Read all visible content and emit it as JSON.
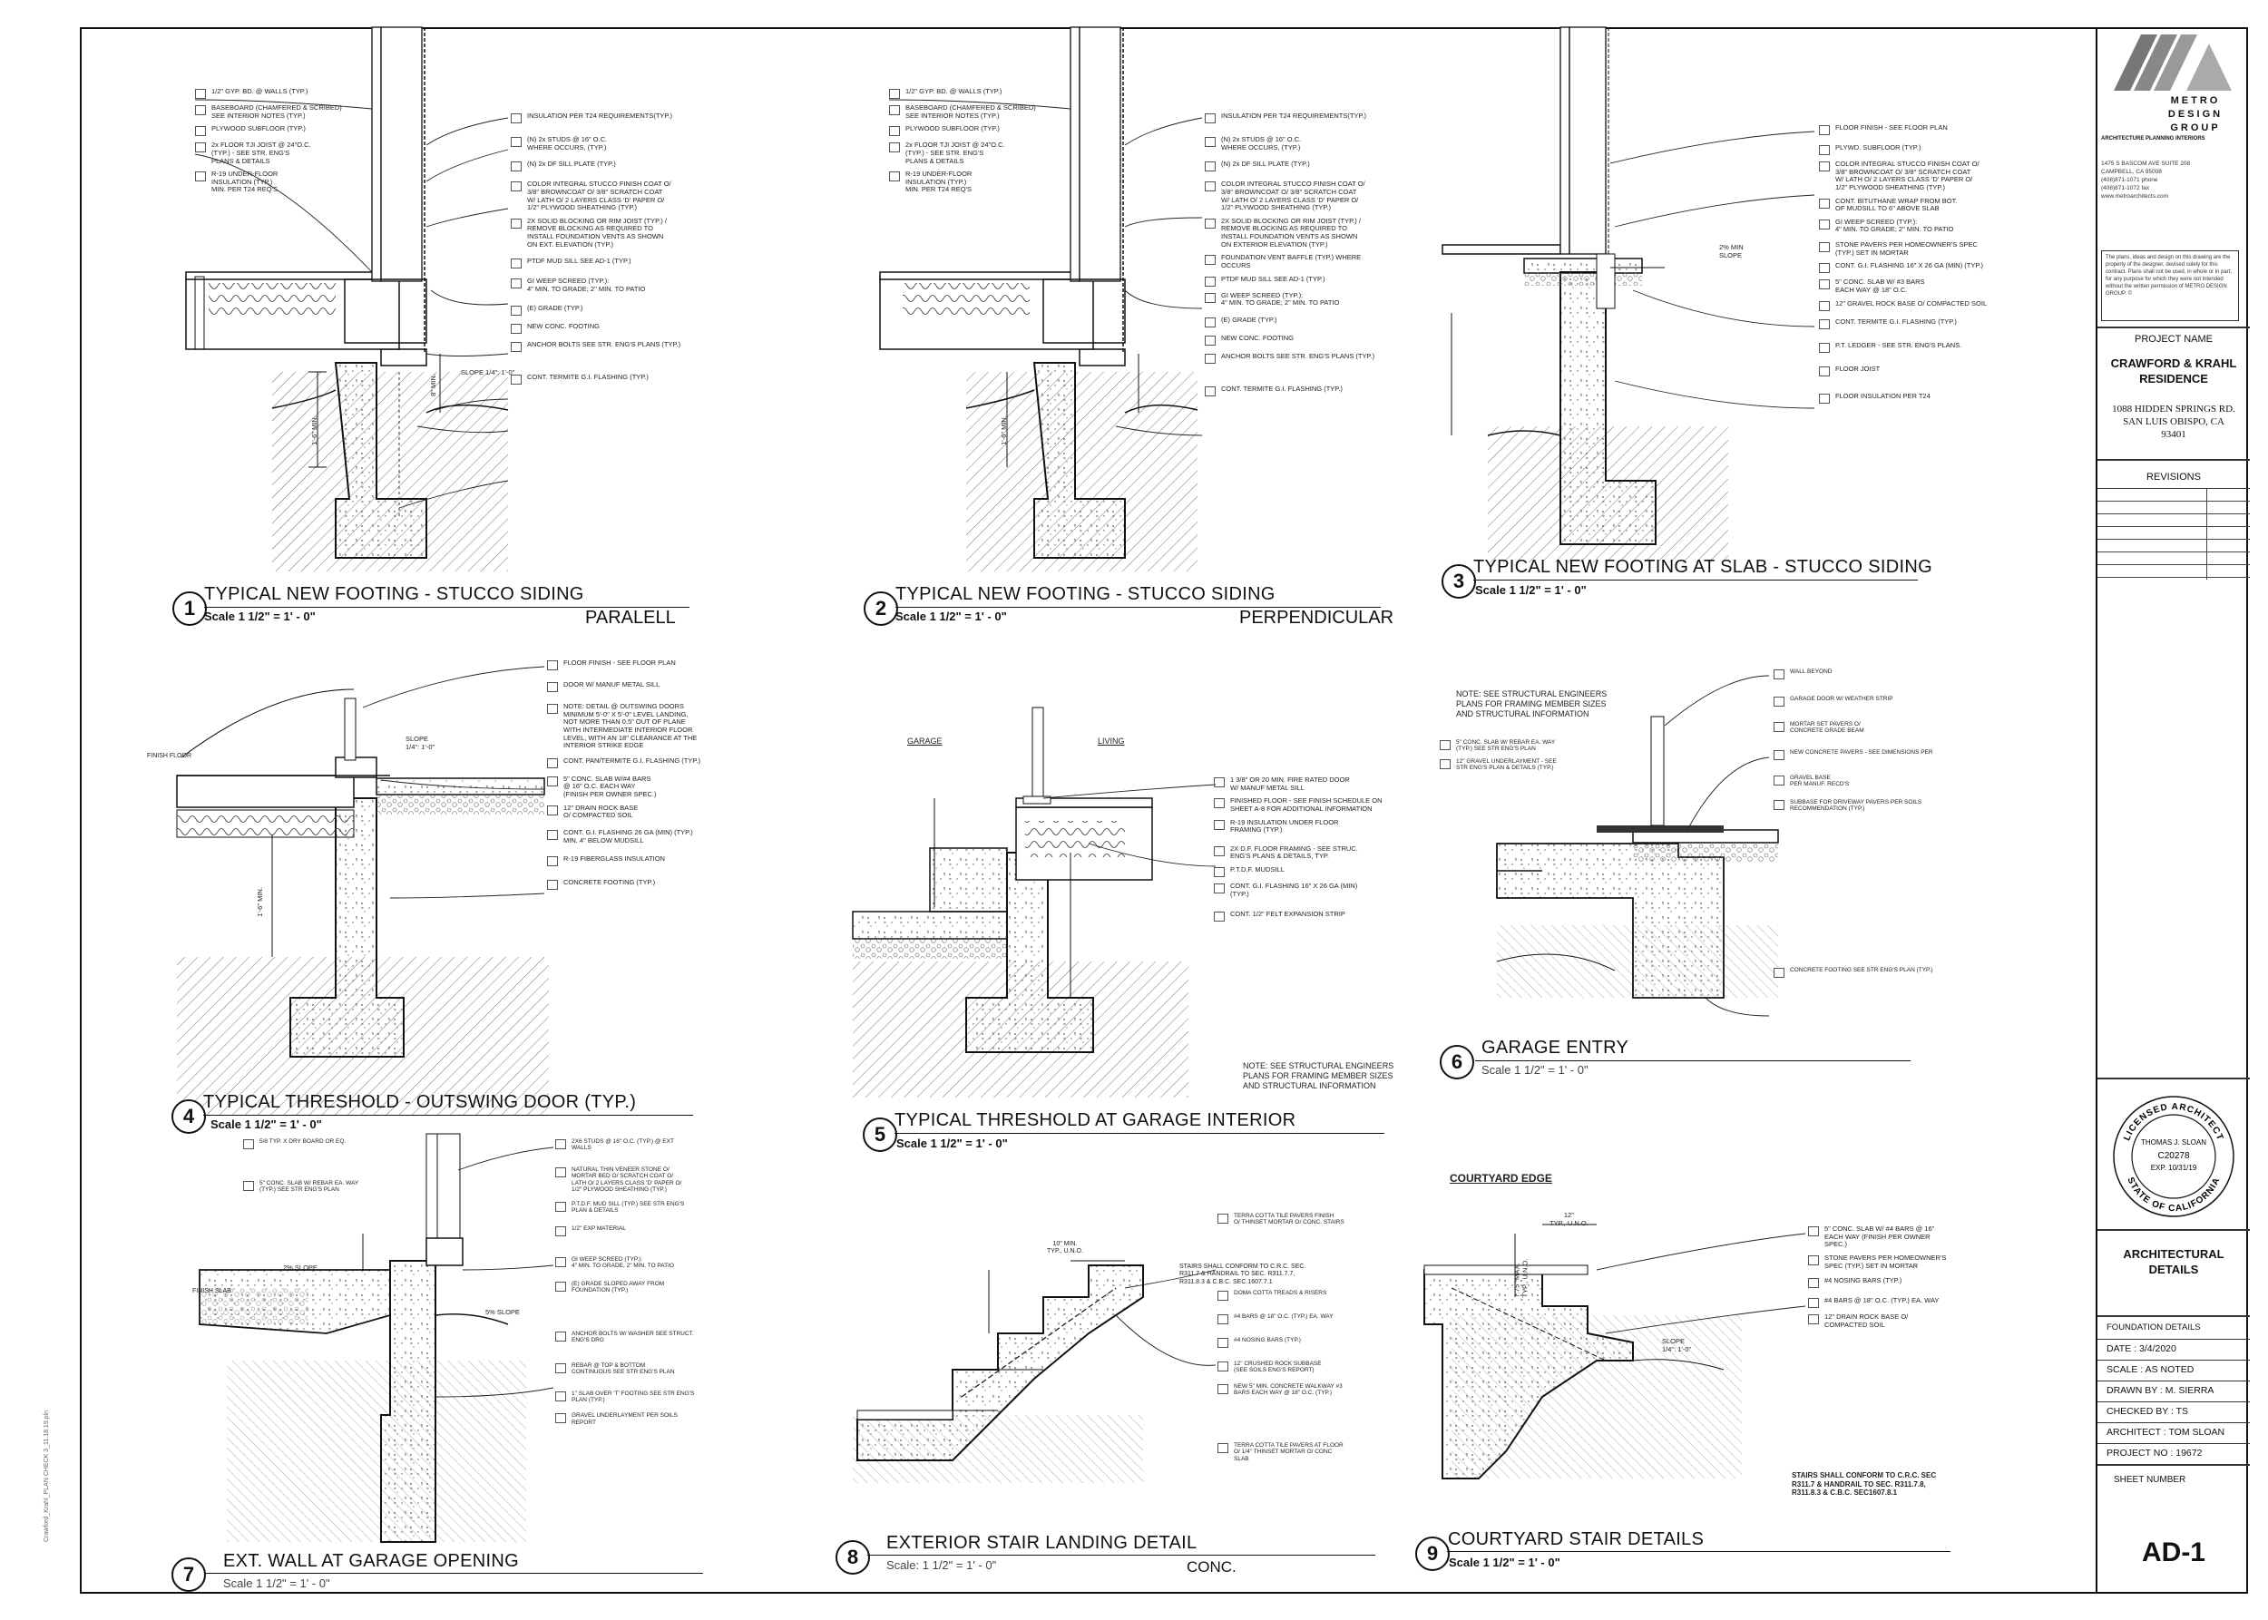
{
  "firm": {
    "name_lines": [
      "METRO",
      "DESIGN",
      "GROUP"
    ],
    "tagline": "ARCHITECTURE  PLANNING  INTERIORS",
    "address_lines": [
      "1475 S BASCOM AVE SUITE 208",
      "CAMPBELL, CA 95008",
      "(408)871-1071 phone",
      "(408)871-1072 fax",
      "www.metroarchitects.com"
    ],
    "copyright": "The plans, ideas and design on this drawing are the property of the designer, devised solely for this contract. Plans shall not be used, in whole or in part, for any purpose for which they were not intended without the written permission of METRO DESIGN GROUP. ©"
  },
  "project": {
    "label": "PROJECT NAME",
    "name_line1": "CRAWFORD & KRAHL",
    "name_line2": "RESIDENCE",
    "address_line1": "1088 HIDDEN SPRINGS RD.",
    "address_line2": "SAN LUIS OBISPO, CA",
    "address_line3": "93401",
    "revisions_label": "REVISIONS"
  },
  "stamp": {
    "top_text": "LICENSED ARCHITECT",
    "bottom_text": "STATE OF CALIFORNIA",
    "name": "THOMAS J. SLOAN",
    "number": "C20278",
    "expiry": "EXP. 10/31/19"
  },
  "sheet": {
    "title_line1": "ARCHITECTURAL",
    "title_line2": "DETAILS",
    "subtitle": "FOUNDATION DETAILS",
    "date": "DATE :  3/4/2020",
    "scale": "SCALE :   AS NOTED",
    "drawn_by": "DRAWN BY :   M. SIERRA",
    "checked_by": "CHECKED BY :   TS",
    "architect": "ARCHITECT :  TOM SLOAN",
    "project_no": "PROJECT NO :   19672",
    "number_label": "SHEET NUMBER",
    "number": "AD-1"
  },
  "details": [
    {
      "num": "1",
      "title": "TYPICAL NEW FOOTING - STUCCO SIDING",
      "scale": "Scale   1 1/2\" = 1' - 0\"",
      "sub": "PARALELL"
    },
    {
      "num": "2",
      "title": "TYPICAL NEW FOOTING - STUCCO SIDING",
      "scale": "Scale   1 1/2\" = 1' - 0\"",
      "sub": "PERPENDICULAR"
    },
    {
      "num": "3",
      "title": "TYPICAL NEW FOOTING AT SLAB - STUCCO SIDING",
      "scale": "Scale   1 1/2\" = 1' - 0\"",
      "sub": ""
    },
    {
      "num": "4",
      "title": "TYPICAL THRESHOLD - OUTSWING DOOR (TYP.)",
      "scale": "Scale   1 1/2\" = 1' - 0\"",
      "sub": ""
    },
    {
      "num": "5",
      "title": "TYPICAL THRESHOLD AT GARAGE INTERIOR",
      "scale": "Scale   1 1/2\" = 1' - 0\"",
      "sub": ""
    },
    {
      "num": "6",
      "title": "GARAGE ENTRY",
      "scale": "Scale   1 1/2\" = 1' - 0\"",
      "sub": ""
    },
    {
      "num": "7",
      "title": "EXT. WALL AT GARAGE OPENING",
      "scale": "Scale   1 1/2\" = 1' - 0\"",
      "sub": ""
    },
    {
      "num": "8",
      "title": "EXTERIOR STAIR LANDING DETAIL",
      "scale": "Scale:  1 1/2\" = 1' - 0\"",
      "sub": "CONC."
    },
    {
      "num": "9",
      "title": "COURTYARD STAIR DETAILS",
      "scale": "Scale   1 1/2\" = 1' - 0\"",
      "sub": ""
    }
  ],
  "notes": {
    "d1_left": [
      "1/2\" GYP. BD. @ WALLS (TYP.)",
      "BASEBOARD (CHAMFERED & SCRIBED)\nSEE INTERIOR NOTES (TYP.)",
      "PLYWOOD SUBFLOOR (TYP.)",
      "2x FLOOR TJI JOIST @ 24\"O.C.\n(TYP.) - SEE STR. ENG'S\nPLANS & DETAILS",
      "R-19 UNDER-FLOOR\nINSULATION (TYP.)\nMIN. PER T24 REQ'S"
    ],
    "d1_right": [
      "INSULATION PER T24 REQUIREMENTS(TYP.)",
      "(N) 2x STUDS @ 16\" O.C.\nWHERE OCCURS, (TYP.)",
      "(N) 2x DF SILL PLATE (TYP.)",
      "COLOR INTEGRAL STUCCO FINISH COAT O/\n3/8\" BROWNCOAT O/ 3/8\" SCRATCH COAT\nW/ LATH O/ 2 LAYERS CLASS 'D' PAPER O/\n1/2\" PLYWOOD SHEATHING (TYP.)",
      "2X SOLID BLOCKING OR RIM JOIST (TYP.) /\nREMOVE BLOCKING AS REQUIRED TO\nINSTALL FOUNDATION VENTS AS SHOWN\nON EXT. ELEVATION (TYP.)",
      "PTDF MUD SILL SEE AD-1 (TYP.)",
      "GI  WEEP SCREED (TYP.):\n4\" MIN. TO GRADE;  2\" MIN. TO PATIO",
      "(E) GRADE (TYP.)",
      "NEW CONC. FOOTING",
      "ANCHOR BOLTS SEE STR. ENG'S PLANS (TYP.)",
      "CONT. TERMITE G.I. FLASHING (TYP.)"
    ],
    "d2_left": [
      "1/2\" GYP. BD. @ WALLS (TYP.)",
      "BASEBOARD (CHAMFERED & SCRIBED)\nSEE INTERIOR NOTES (TYP.)",
      "PLYWOOD SUBFLOOR (TYP.)",
      "2x FLOOR TJI JOIST @ 24\"O.C.\n(TYP.) - SEE STR. ENG'S\nPLANS & DETAILS",
      "R-19 UNDER-FLOOR\nINSULATION (TYP.)\nMIN. PER T24 REQ'S"
    ],
    "d2_right": [
      "INSULATION PER T24 REQUIREMENTS(TYP.)",
      "(N) 2x STUDS @ 16\" O.C.\nWHERE OCCURS, (TYP.)",
      "(N) 2x DF SILL PLATE (TYP.)",
      "COLOR INTEGRAL STUCCO FINISH COAT O/\n3/8\" BROWNCOAT O/ 3/8\" SCRATCH COAT\nW/ LATH O/ 2 LAYERS CLASS 'D' PAPER O/\n1/2\" PLYWOOD SHEATHING (TYP.)",
      "2X SOLID BLOCKING OR RIM JOIST (TYP.) /\nREMOVE BLOCKING AS REQUIRED TO\nINSTALL FOUNDATION VENTS AS SHOWN\nON EXTERIOR ELEVATION (TYP.)",
      "FOUNDATION VENT BAFFLE (TYP.) WHERE\nOCCURS",
      "PTDF MUD SILL SEE AD-1 (TYP.)",
      "GI  WEEP SCREED (TYP.):\n4\" MIN. TO GRADE;  2\" MIN. TO PATIO",
      "(E) GRADE (TYP.)",
      "NEW CONC. FOOTING",
      "ANCHOR BOLTS SEE STR. ENG'S PLANS (TYP.)",
      "CONT. TERMITE G.I. FLASHING (TYP.)"
    ],
    "d3_right": [
      "FLOOR FINISH - SEE FLOOR PLAN",
      "PLYWD. SUBFLOOR (TYP.)",
      "COLOR INTEGRAL STUCCO FINISH COAT O/\n3/8\" BROWNCOAT O/ 3/8\" SCRATCH COAT\nW/ LATH O/ 2 LAYERS CLASS 'D' PAPER O/\n1/2\" PLYWOOD SHEATHING (TYP.)",
      "CONT. BITUTHANE WRAP FROM BOT.\nOF MUDSILL TO 6\" ABOVE SLAB",
      "GI  WEEP SCREED (TYP.):\n4\" MIN. TO GRADE;  2\" MIN. TO PATIO",
      "STONE PAVERS PER HOMEOWNER'S SPEC\n(TYP.) SET IN MORTAR",
      "CONT. G.I. FLASHING 16\" X 26 GA (MIN) (TYP.)",
      "5\" CONC. SLAB  W/ #3 BARS\nEACH WAY @ 18\" O.C.",
      "12\" GRAVEL ROCK BASE O/ COMPACTED SOIL",
      "CONT. TERMITE G.I. FLASHING (TYP.)",
      "P.T. LEDGER - SEE STR. ENG'S PLANS.",
      "FLOOR JOIST",
      "FLOOR INSULATION PER T24"
    ],
    "d4_right": [
      "FLOOR FINISH - SEE FLOOR PLAN",
      "DOOR W/ MANUF METAL SILL",
      "NOTE: DETAIL @ OUTSWING DOORS\nMINIMUM 5'-0\" X 5'-0\" LEVEL LANDING,\nNOT MORE THAN 0.5\" OUT OF PLANE\nWITH INTERMEDIATE INTERIOR FLOOR\nLEVEL, WITH AN 18\" CLEARANCE AT THE\nINTERIOR STRIKE EDGE",
      "CONT. PAN/TERMITE G.I. FLASHING (TYP.)",
      "5\" CONC. SLAB W/#4 BARS\n@ 16\" O.C. EACH WAY\n(FINISH PER OWNER SPEC.)",
      "12\" DRAIN ROCK BASE\nO/ COMPACTED SOIL",
      "CONT. G.I. FLASHING 26 GA (MIN) (TYP.)\nMIN. 4\" BELOW MUDSILL",
      "R-19 FIBERGLASS INSULATION",
      "CONCRETE FOOTING (TYP.)"
    ],
    "d5_right": [
      "1 3/8\" OR 20 MIN. FIRE RATED DOOR\nW/ MANUF METAL SILL",
      "FINISHED FLOOR - SEE FINISH SCHEDULE ON\nSHEET A-8 FOR ADDITIONAL INFORMATION",
      "R-19 INSULATION UNDER FLOOR\nFRAMING (TYP.)",
      "2X D.F. FLOOR FRAMING - SEE STRUC.\nENG'S PLANS & DETAILS, TYP.",
      "P.T.D.F. MUDSILL",
      "CONT. G.I. FLASHING 16\" X 26 GA (MIN)\n(TYP.)",
      "CONT. 1/2\" FELT EXPANSION STRIP"
    ],
    "d6_left": [
      "5\" CONC. SLAB W/ REBAR EA. WAY\n(TYP.) SEE STR ENG'S PLAN",
      "12\" GRAVEL UNDERLAYMENT - SEE\nSTR ENG'S PLAN & DETAILS (TYP.)"
    ],
    "d6_right": [
      "WALL BEYOND",
      "GARAGE DOOR W/ WEATHER STRIP",
      "MORTAR SET PAVERS O/\nCONCRETE GRADE BEAM",
      "NEW CONCRETE PAVERS - SEE DIMENSIONS PER",
      "GRAVEL BASE\nPER MANUF. RECD'S",
      "SUBBASE FOR DRIVEWAY PAVERS PER SOILS\nRECOMMENDATION (TYP.)",
      "CONCRETE FOOTING SEE STR ENG'S PLAN (TYP.)"
    ],
    "d7_left": [
      "5/8 TYP. X DRY BOARD OR EQ.",
      "5\" CONC. SLAB W/ REBAR EA. WAY\n(TYP.) SEE STR ENG'S PLAN"
    ],
    "d7_right": [
      "2X6 STUDS @ 16\" O.C. (TYP.) @ EXT\nWALLS",
      "NATURAL THIN VENEER  STONE O/\nMORTAR BED O/ SCRATCH COAT O/\nLATH O/ 2 LAYERS CLASS 'D' PAPER O/\n1/2\" PLYWOOD SHEATHING (TYP.)",
      "P.T.D.F. MUD SILL (TYP.) SEE STR ENG'S\nPLAN & DETAILS",
      "1/2\" EXP MATERIAL",
      "GI  WEEP SCREED (TYP.):\n4\" MIN. TO GRADE,  2\" MIN. TO PATIO",
      "(E)  GRADE SLOPED AWAY FROM\nFOUNDATION (TYP.)",
      "ANCHOR BOLTS W/ WASHER SEE STRUCT.\nENG'S DRG",
      "REBAR @ TOP & BOTTOM\nCONTINUOUS SEE STR ENG'S PLAN",
      "1\" SLAB OVER 'T' FOOTING SEE STR ENG'S\nPLAN (TYP.)",
      "GRAVEL UNDERLAYMENT PER SOILS\nREPORT"
    ],
    "d8_right": [
      "TERRA COTTA TILE PAVERS FINISH\nO/ THINSET MORTAR O/ CONC. STAIRS",
      "DOMA COTTA TREADS & RISERS",
      "#4 BARS @ 18\" O.C. (TYP.) EA. WAY",
      "#4 NOSING BARS (TYP.)",
      "12\" CRUSHED ROCK SUBBASE\n(SEE SOILS ENG'S REPORT)",
      "NEW 5\" MIN. CONCRETE WALKWAY #3\nBARS EACH WAY @ 18\" O.C. (TYP.)",
      "TERRA COTTA TILE PAVERS AT FLOOR\nO/ 1/4\" THINSET MORTAR O/ CONC\nSLAB"
    ],
    "d9_right": [
      "5\" CONC. SLAB W/ #4 BARS @ 16\"\nEACH WAY (FINISH PER OWNER\nSPEC.)",
      "STONE PAVERS PER HOMEOWNER'S\nSPEC (TYP.) SET IN MORTAR",
      "#4 NOSING BARS (TYP.)",
      "#4 BARS @ 18\" O.C. (TYP.) EA. WAY",
      "12\" DRAIN ROCK BASE O/\nCOMPACTED SOIL"
    ]
  },
  "free_notes": {
    "d5_note": "NOTE: SEE STRUCTURAL ENGINEERS\nPLANS FOR FRAMING MEMBER SIZES\nAND STRUCTURAL INFORMATION",
    "d6_note": "NOTE: SEE STRUCTURAL ENGINEERS\nPLANS FOR FRAMING MEMBER SIZES\nAND STRUCTURAL INFORMATION",
    "d8_note": "STAIRS SHALL CONFORM TO C.R.C. SEC.\nR311.7 & HANDRAIL TO SEC. R311.7.7,\nR311.8.3 & C.B.C. SEC.1607.7.1",
    "d9_note": "STAIRS SHALL CONFORM TO C.R.C. SEC\nR311.7 & HANDRAIL TO SEC. R311.7.8,\nR311.8.3 & C.B.C. SEC1607.8.1",
    "garage": "GARAGE",
    "living": "LIVING",
    "courtyard_edge": "COURTYARD EDGE",
    "slope_d1": "SLOPE 1/4\": 1'-0\"",
    "slope_d3": "2% MIN\nSLOPE",
    "slope_d4": "SLOPE\n1/4\": 1'-0\"",
    "slope_d7a": "2% SLOPE",
    "slope_d7b": "5% SLOPE",
    "slope_d9": "SLOPE\n1/4\": 1'-0\"",
    "dim_1_6": "1'-6\" MIN.",
    "dim_8min": "8\" MIN.",
    "dim_12": "12\"\nTYP., U.N.O.",
    "dim_775": "7.75\" MAX.\nTYP., U.N.O.",
    "dim_10": "10\"  MIN.\nTYP., U.N.O.",
    "finish_floor": "FINISH FLOOR",
    "finish_slab": "FINISH SLAB",
    "file_stamp": "Crawford_Krahl_PLAN CHECK 3_11.18.19.pln"
  }
}
